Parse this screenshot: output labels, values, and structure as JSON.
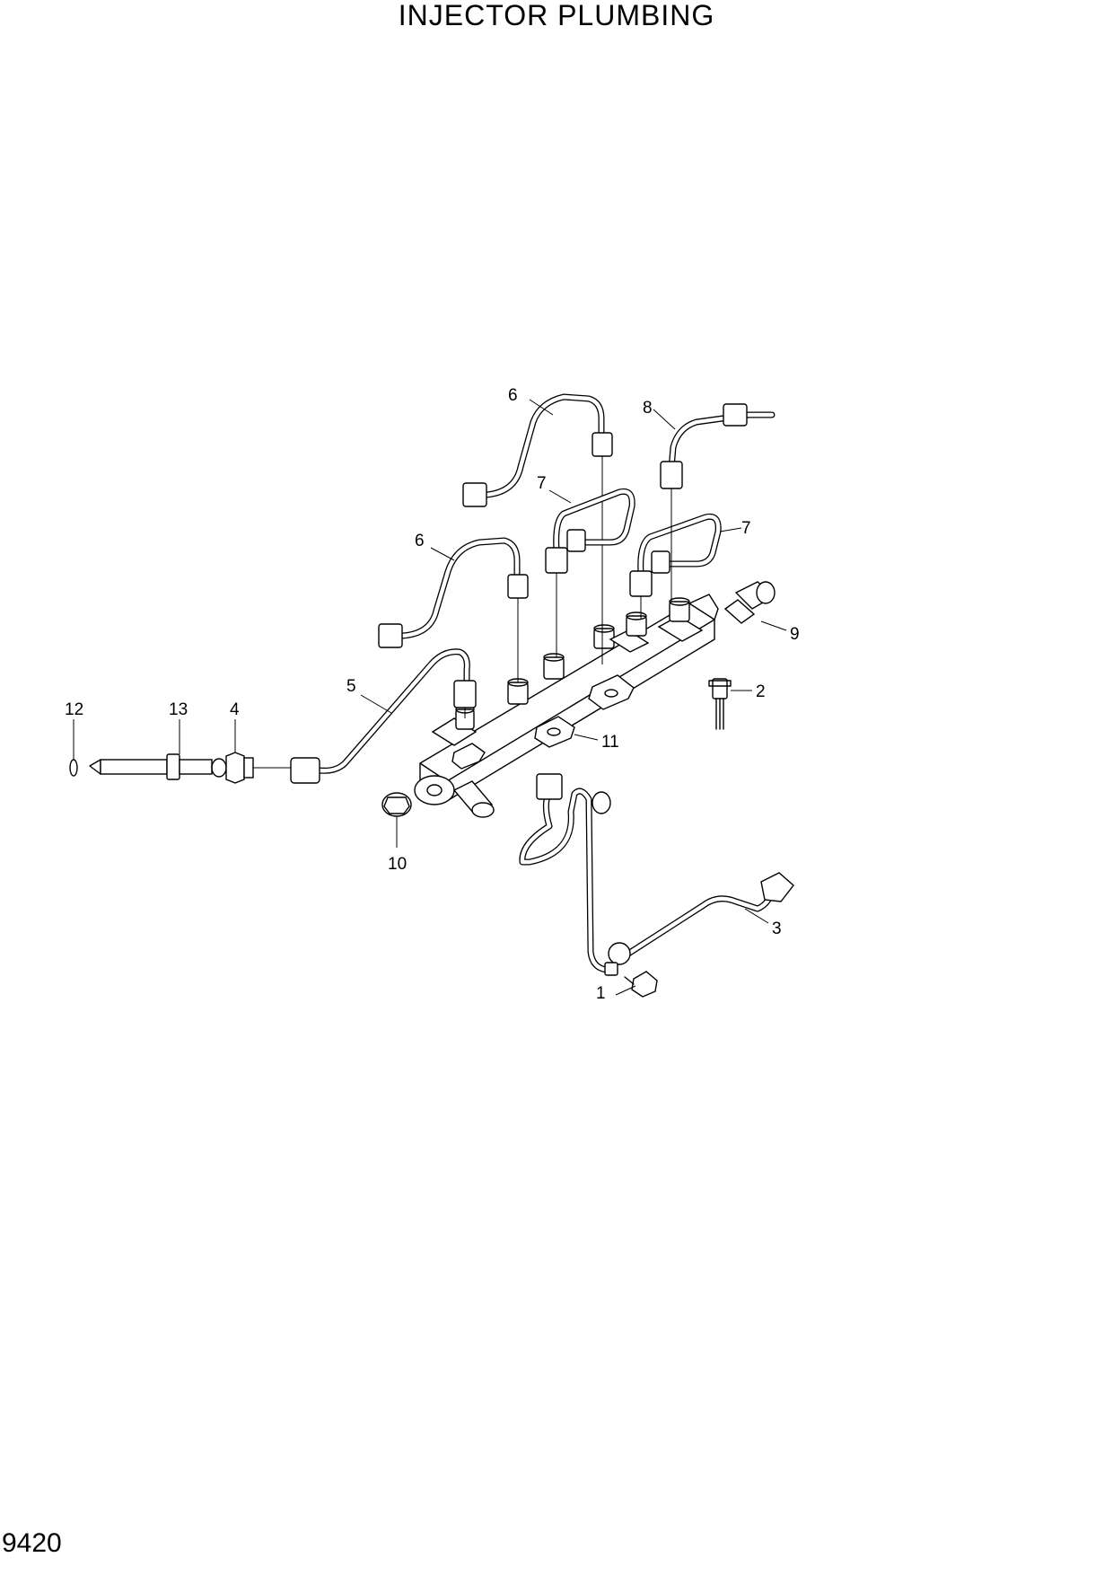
{
  "header": {
    "title": "INJECTOR PLUMBING"
  },
  "footer": {
    "page_number": "9420"
  },
  "callouts": [
    {
      "id": "c1",
      "label": "1"
    },
    {
      "id": "c2",
      "label": "2"
    },
    {
      "id": "c3",
      "label": "3"
    },
    {
      "id": "c4",
      "label": "4"
    },
    {
      "id": "c5",
      "label": "5"
    },
    {
      "id": "c6a",
      "label": "6"
    },
    {
      "id": "c6b",
      "label": "6"
    },
    {
      "id": "c7a",
      "label": "7"
    },
    {
      "id": "c7b",
      "label": "7"
    },
    {
      "id": "c8",
      "label": "8"
    },
    {
      "id": "c9",
      "label": "9"
    },
    {
      "id": "c10",
      "label": "10"
    },
    {
      "id": "c11",
      "label": "11"
    },
    {
      "id": "c12",
      "label": "12"
    },
    {
      "id": "c13",
      "label": "13"
    }
  ]
}
